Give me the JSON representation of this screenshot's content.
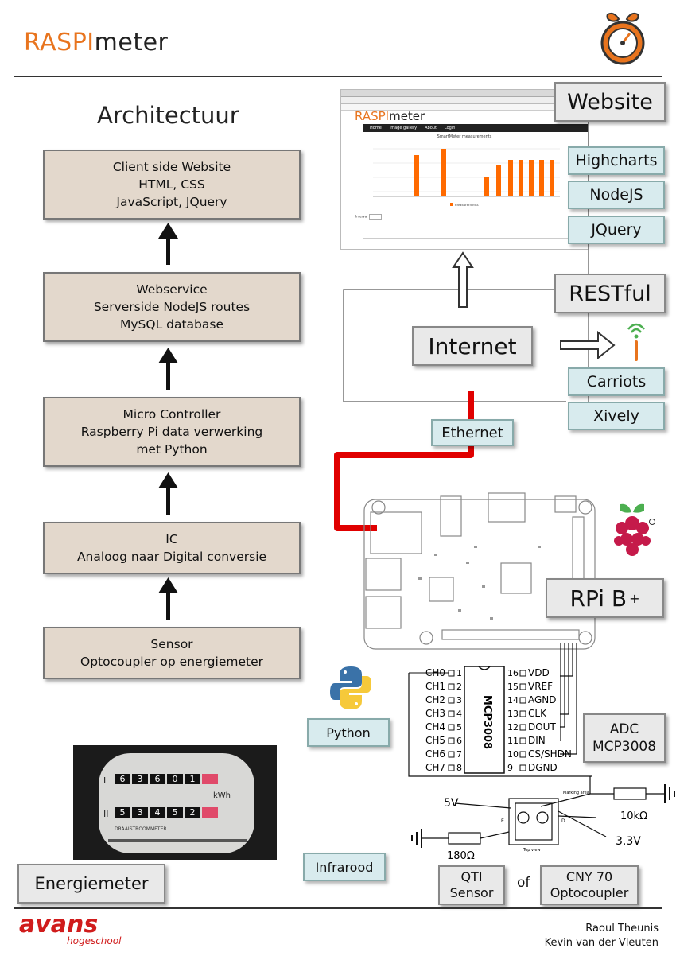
{
  "header": {
    "logo_part1": "RASPI",
    "logo_part2": "meter"
  },
  "title": "Architectuur",
  "layers": [
    {
      "lines": [
        "Client side Website",
        "HTML, CSS",
        "JavaScript, JQuery"
      ]
    },
    {
      "lines": [
        "Webservice",
        "Serverside NodeJS routes",
        "MySQL database"
      ]
    },
    {
      "lines": [
        "Micro Controller",
        "Raspberry Pi data verwerking",
        "met Python"
      ]
    },
    {
      "lines": [
        "IC",
        "Analoog naar Digital conversie"
      ]
    },
    {
      "lines": [
        "Sensor",
        "Optocoupler op energiemeter"
      ]
    }
  ],
  "right": {
    "website": "Website",
    "highcharts": "Highcharts",
    "nodejs": "NodeJS",
    "jquery": "JQuery",
    "restful": "RESTful",
    "internet": "Internet",
    "carriots": "Carriots",
    "xively": "Xively",
    "ethernet": "Ethernet",
    "rpi": "RPi B",
    "rpi_plus": "+",
    "python": "Python",
    "adc_line1": "ADC",
    "adc_line2": "MCP3008",
    "energiemeter": "Energiemeter",
    "infrarood": "Infrarood",
    "qti_line1": "QTI",
    "qti_line2": "Sensor",
    "of": "of",
    "cny_line1": "CNY 70",
    "cny_line2": "Optocoupler"
  },
  "screenshot": {
    "logo1": "RASPI",
    "logo2": "meter",
    "nav": [
      "Home",
      "Image gallery",
      "About",
      "Login"
    ],
    "chart_title": "SmartMeter measurements",
    "legend": "measurements",
    "interval_label": "Interval"
  },
  "chip": {
    "name": "MCP3008",
    "left_pins": [
      "CH0",
      "CH1",
      "CH2",
      "CH3",
      "CH4",
      "CH5",
      "CH6",
      "CH7"
    ],
    "left_nums": [
      "1",
      "2",
      "3",
      "4",
      "5",
      "6",
      "7",
      "8"
    ],
    "right_nums": [
      "16",
      "15",
      "14",
      "13",
      "12",
      "11",
      "10",
      "9"
    ],
    "right_pins": [
      "VDD",
      "VREF",
      "AGND",
      "CLK",
      "DOUT",
      "DIN",
      "CS/SHDN",
      "DGND"
    ]
  },
  "circuit": {
    "v5": "5V",
    "v33": "3.3V",
    "r1": "10kΩ",
    "r2": "180Ω",
    "marking": "Marking area",
    "topview": "Top view",
    "e": "E",
    "d": "D"
  },
  "meter": {
    "top_digits": [
      "6",
      "3",
      "6",
      "0",
      "1"
    ],
    "bottom_digits": [
      "5",
      "3",
      "4",
      "5",
      "2"
    ],
    "kwh": "kWh",
    "roman1": "I",
    "roman2": "II",
    "brand": "DRAAISTROOMMETER"
  },
  "footer": {
    "brand": "avans",
    "brand_sub": "hogeschool",
    "author1": "Raoul Theunis",
    "author2": "Kevin van der Vleuten"
  }
}
